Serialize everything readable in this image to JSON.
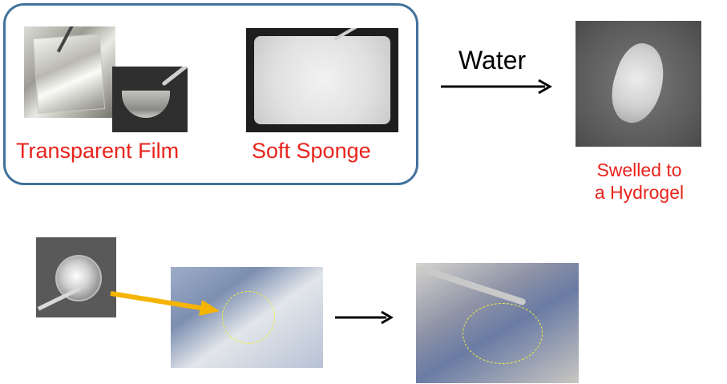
{
  "top_group": {
    "film_caption": "Transparent Film",
    "sponge_caption": "Soft Sponge"
  },
  "process": {
    "water_label": "Water",
    "result_caption_line1": "Swelled to",
    "result_caption_line2": "a Hydrogel"
  },
  "icons": {
    "arrow_right": "arrow-right-icon",
    "arrow_yellow": "arrow-diagonal-icon"
  },
  "colors": {
    "caption_red": "#e8231c",
    "box_border": "#41719c",
    "yellow_arrow": "#f5b400",
    "dashed_circle": "#f2ee3a"
  }
}
